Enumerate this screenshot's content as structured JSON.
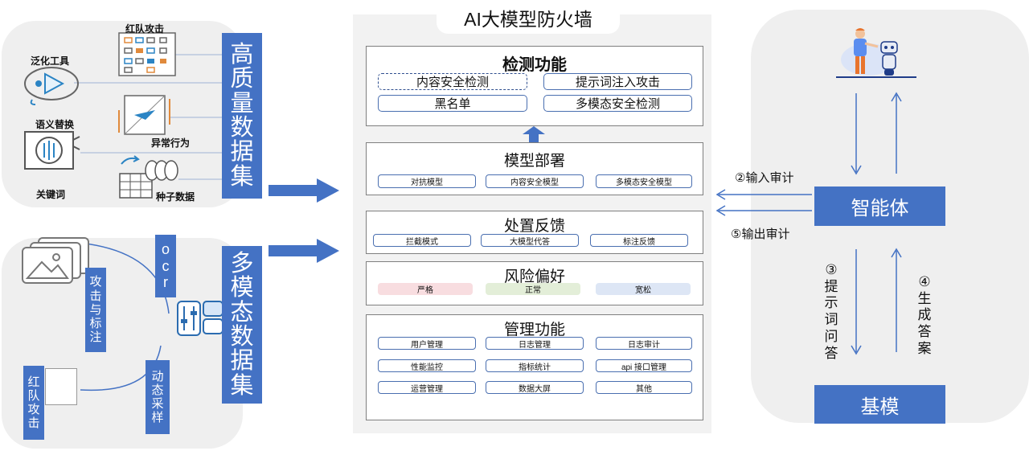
{
  "left": {
    "top_labels": {
      "red_team": "红队攻击",
      "fuzz_tool": "泛化工具",
      "semantic_replace": "语义替换",
      "abnormal_behavior": "异常行为",
      "keyword": "关键词",
      "seed_data": "种子数据"
    },
    "top_bar_chars": [
      "高",
      "质",
      "量",
      "数",
      "据",
      "集"
    ],
    "bottom_bar_chars": [
      "多",
      "模",
      "态",
      "数",
      "据",
      "集"
    ],
    "ocr_chars": [
      "o",
      "c",
      "r"
    ],
    "attack_label_chars": [
      "攻",
      "击",
      "与",
      "标",
      "注"
    ],
    "dynamic_sampling_chars": [
      "动",
      "态",
      "采",
      "样"
    ],
    "red_team_vertical_chars": [
      "红",
      "队",
      "攻",
      "击"
    ]
  },
  "center": {
    "title": "AI大模型防火墙",
    "detection": {
      "title": "检测功能",
      "items": [
        "内容安全检测",
        "提示词注入攻击",
        "黑名单",
        "多模态安全检测"
      ]
    },
    "deploy": {
      "title": "模型部署",
      "items": [
        "对抗模型",
        "内容安全模型",
        "多模态安全模型"
      ]
    },
    "handling": {
      "title": "处置反馈",
      "items": [
        "拦截模式",
        "大模型代答",
        "标注反馈"
      ]
    },
    "risk": {
      "title": "风险偏好",
      "items": [
        "严格",
        "正常",
        "宽松"
      ],
      "colors": [
        "#f8dde0",
        "#e3eed8",
        "#dde6f5"
      ]
    },
    "management": {
      "title": "管理功能",
      "items": [
        "用户管理",
        "日志管理",
        "日志审计",
        "性能监控",
        "指标统计",
        "api 接口管理",
        "运营管理",
        "数据大屏",
        "其他"
      ]
    }
  },
  "right": {
    "agent": "智能体",
    "base_model": "基模",
    "input_audit": "②输入审计",
    "output_audit": "⑤输出审计",
    "ask_chars": [
      "③",
      "提",
      "示",
      "词",
      "问",
      "答"
    ],
    "gen_chars": [
      "④",
      "生",
      "成",
      "答",
      "案"
    ]
  },
  "colors": {
    "accent": "#4472c4",
    "panel": "#efefef"
  }
}
